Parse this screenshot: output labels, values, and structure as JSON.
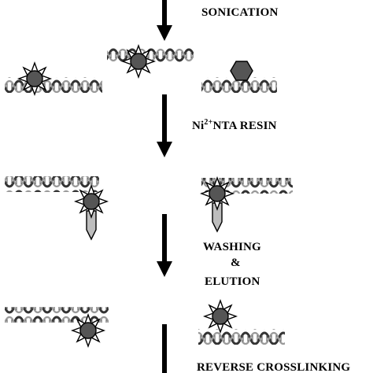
{
  "steps": [
    {
      "id": "sonication",
      "label": "SONICATION"
    },
    {
      "id": "resin",
      "label_main": "Ni",
      "label_sup": "2+",
      "label_rest": "NTA RESIN"
    },
    {
      "id": "washing",
      "lines": [
        "WASHING",
        "&",
        "ELUTION"
      ]
    },
    {
      "id": "reverse",
      "label": "REVERSE CROSSLINKING"
    }
  ],
  "colors": {
    "protein_fill": "#555555",
    "dna_strand": "#333333",
    "dna_backbone": "#b0b0b0",
    "tag_fill": "#bdbdbd",
    "arrow": "#000000"
  }
}
